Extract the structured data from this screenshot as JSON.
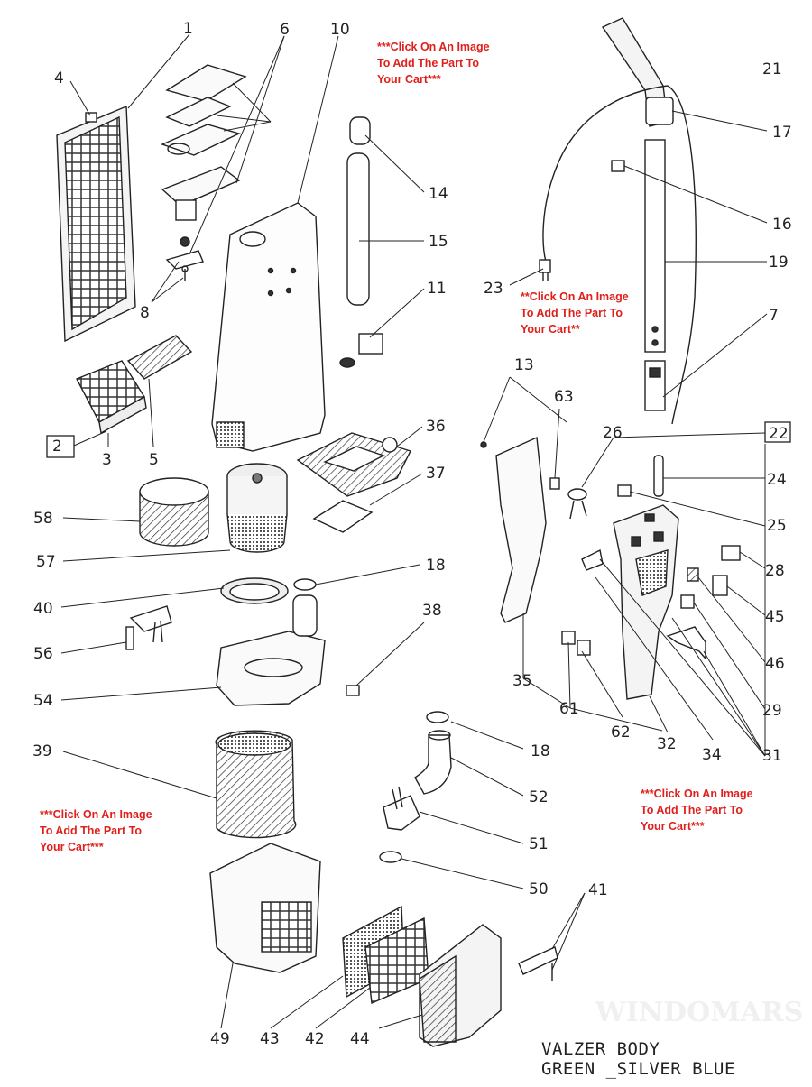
{
  "cta_texts": [
    [
      "***Click On An Image",
      "To Add The Part To",
      "Your Cart***"
    ],
    [
      "**Click On An Image",
      "To Add The Part To",
      "Your Cart**"
    ],
    [
      "***Click On An Image",
      "To Add The Part To",
      "Your Cart***"
    ],
    [
      "***Click On An Image",
      "To Add The Part To",
      "Your Cart***"
    ]
  ],
  "caption": {
    "line1": "VALZER BODY",
    "line2": "GREEN _SILVER BLUE"
  },
  "part_numbers": {
    "p1": "1",
    "p4": "4",
    "p6": "6",
    "p10": "10",
    "p8": "8",
    "p2": "2",
    "p3": "3",
    "p5": "5",
    "p14": "14",
    "p15": "15",
    "p11": "11",
    "p36": "36",
    "p37": "37",
    "p58": "58",
    "p57": "57",
    "p40": "40",
    "p18a": "18",
    "p56": "56",
    "p38": "38",
    "p54": "54",
    "p39": "39",
    "p18b": "18",
    "p52": "52",
    "p51": "51",
    "p50": "50",
    "p41": "41",
    "p49": "49",
    "p43": "43",
    "p42": "42",
    "p44": "44",
    "p21": "21",
    "p17": "17",
    "p16": "16",
    "p19": "19",
    "p23": "23",
    "p7": "7",
    "p13": "13",
    "p63": "63",
    "p26": "26",
    "p22": "22",
    "p24": "24",
    "p25": "25",
    "p28": "28",
    "p45": "45",
    "p46": "46",
    "p29": "29",
    "p35": "35",
    "p61": "61",
    "p62": "62",
    "p32": "32",
    "p34": "34",
    "p31": "31"
  },
  "watermark": "WINDOMARS"
}
